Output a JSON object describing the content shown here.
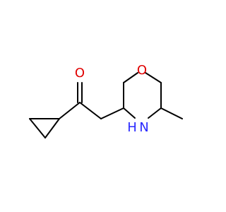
{
  "molecule": {
    "atoms": {
      "carbonyl_oxygen": {
        "label": "O",
        "color": "#e00000"
      },
      "ring_oxygen": {
        "label": "O",
        "color": "#e00000"
      },
      "ring_nitrogen": {
        "label": "N",
        "color": "#2a2aff"
      },
      "ring_hydrogen": {
        "label": "H",
        "color": "#2a2aff"
      }
    },
    "colors": {
      "bond": "#000000",
      "background": "#ffffff"
    }
  }
}
